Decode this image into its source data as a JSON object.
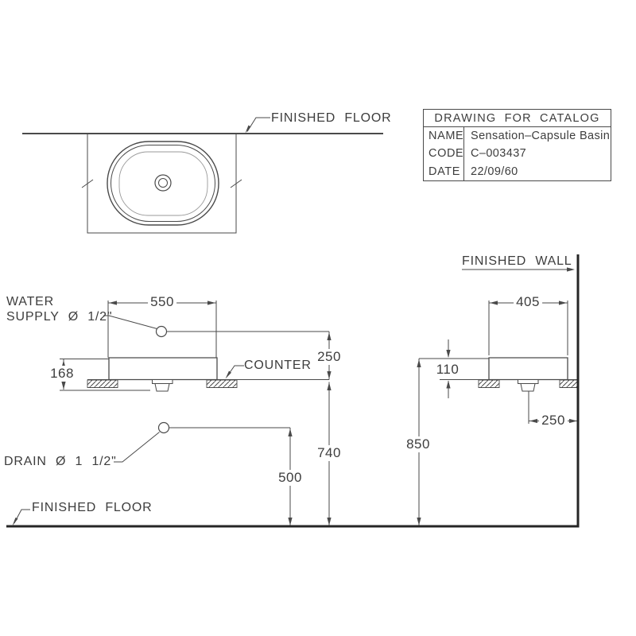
{
  "colors": {
    "line": "#4a4a4a",
    "heavy_line": "#262626",
    "text": "#3d3d3d",
    "background": "#ffffff"
  },
  "catalog_table": {
    "title": "DRAWING FOR CATALOG",
    "rows": [
      {
        "label": "NAME",
        "value": "Sensation–Capsule Basin"
      },
      {
        "label": "CODE",
        "value": "C–003437"
      },
      {
        "label": "DATE",
        "value": "22/09/60"
      }
    ]
  },
  "labels": {
    "finished_floor_top": "FINISHED FLOOR",
    "finished_floor_bottom": "FINISHED FLOOR",
    "finished_wall": "FINISHED WALL",
    "counter": "COUNTER",
    "water_supply_line1": "WATER",
    "water_supply_line2": "SUPPLY Ø 1/2\"",
    "drain": "DRAIN Ø 1 1/2\""
  },
  "dimensions": {
    "front": {
      "basin_width": "550",
      "supply_to_counter": "250",
      "basin_height_total": "168",
      "counter_top_height": "740",
      "drain_height": "500"
    },
    "side": {
      "basin_depth": "405",
      "rim_above_counter": "110",
      "rim_height": "850",
      "drain_from_wall": "250"
    }
  }
}
